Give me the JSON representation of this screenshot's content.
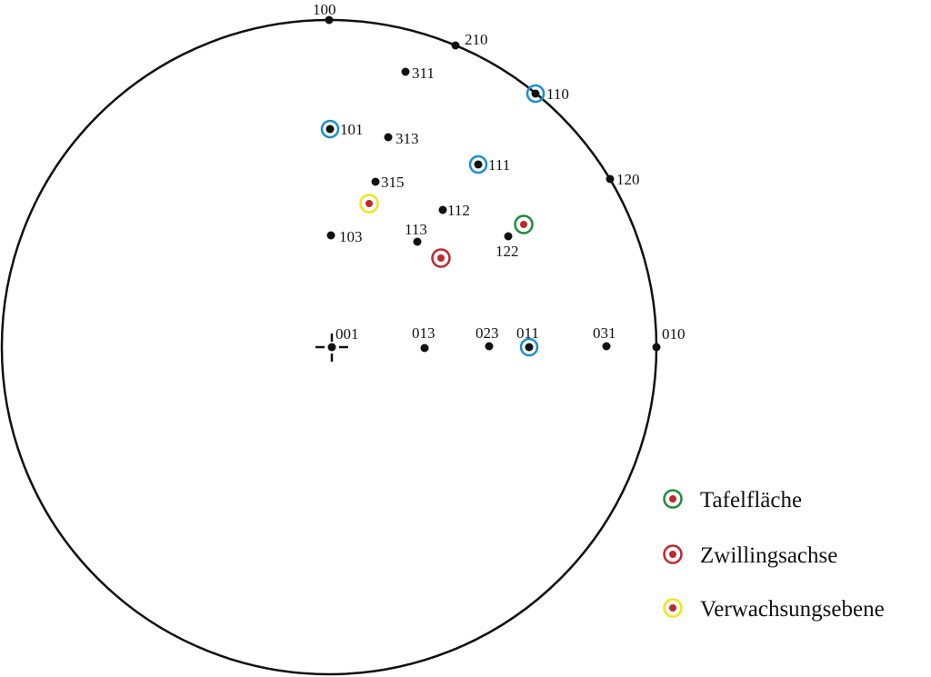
{
  "diagram": {
    "type": "stereographic-projection",
    "center_label": "001",
    "poles": [
      {
        "label": "100",
        "marker": "plain"
      },
      {
        "label": "210",
        "marker": "plain"
      },
      {
        "label": "311",
        "marker": "plain"
      },
      {
        "label": "110",
        "marker": "blue-ring"
      },
      {
        "label": "101",
        "marker": "blue-ring"
      },
      {
        "label": "313",
        "marker": "plain"
      },
      {
        "label": "111",
        "marker": "blue-ring"
      },
      {
        "label": "120",
        "marker": "plain"
      },
      {
        "label": "315",
        "marker": "plain"
      },
      {
        "label": "112",
        "marker": "plain"
      },
      {
        "label": "103",
        "marker": "plain"
      },
      {
        "label": "113",
        "marker": "plain"
      },
      {
        "label": "122",
        "marker": "plain"
      },
      {
        "label": "013",
        "marker": "plain"
      },
      {
        "label": "023",
        "marker": "plain"
      },
      {
        "label": "011",
        "marker": "blue-ring"
      },
      {
        "label": "031",
        "marker": "plain"
      },
      {
        "label": "010",
        "marker": "plain"
      }
    ],
    "special_points": [
      {
        "key": "tafel",
        "color": "#1e8c3a"
      },
      {
        "key": "zwilling",
        "color": "#c0282d"
      },
      {
        "key": "verwachsung",
        "color": "#f2e41a"
      }
    ],
    "ring_color": "#1b8fcf",
    "inner_dot_color": "#c0282d"
  },
  "legend": [
    {
      "label": "Tafelfläche",
      "color": "#1e8c3a"
    },
    {
      "label": "Zwillingsachse",
      "color": "#c0282d"
    },
    {
      "label": "Verwachsungsebene",
      "color": "#f2e41a"
    }
  ]
}
